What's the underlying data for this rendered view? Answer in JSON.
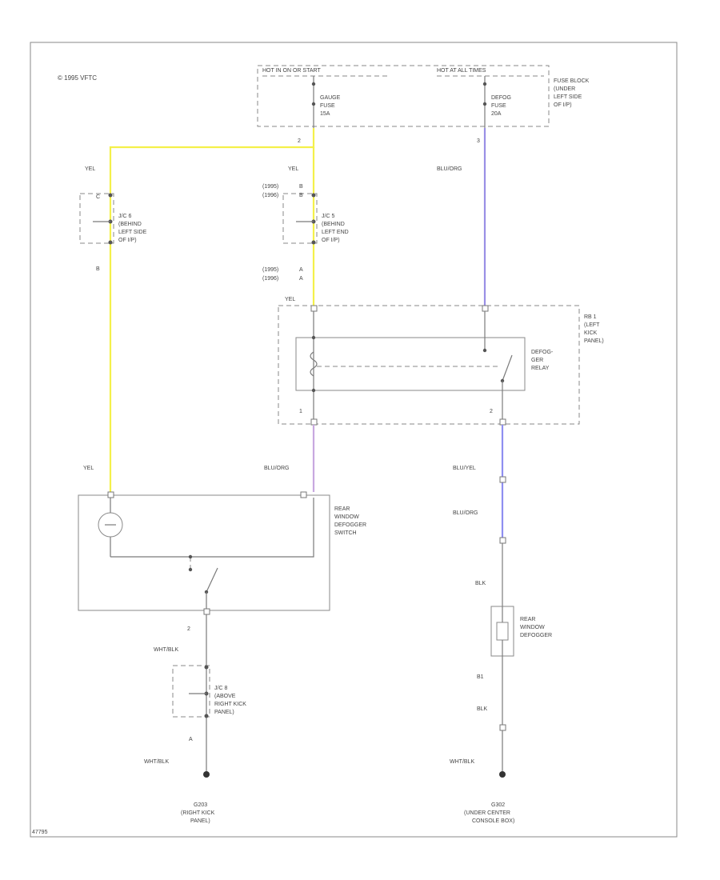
{
  "colors": {
    "yel": "#f4f04a",
    "blu_org": "#9a8fe6",
    "blu_org_light": "#c8a8e0",
    "blu_yel": "#8f8ff0",
    "blk": "#7a7a7a",
    "frame": "#8a8a8a"
  },
  "header": {
    "copyright": "© 1995 VFTC"
  },
  "fuse_block": {
    "hot_run_start": "HOT IN ON OR START",
    "hot_all_times": "HOT AT ALL TIMES",
    "gauge_fuse": [
      "GAUGE",
      "FUSE",
      "15A"
    ],
    "defog_fuse": [
      "DEFOG",
      "FUSE",
      "20A"
    ],
    "location": [
      "FUSE BLOCK",
      "(UNDER",
      "LEFT SIDE",
      "OF I/P)"
    ],
    "pin_left": "2",
    "pin_right": "3"
  },
  "wires": {
    "yel": "YEL",
    "blu_org": "BLU/ORG",
    "blu_yel": "BLU/YEL",
    "blk": "BLK",
    "wht_blk": "WHT/BLK"
  },
  "jc1": {
    "pin_top": "C",
    "pin_bottom": "B",
    "label": [
      "J/C 6",
      "(BEHIND",
      "LEFT SIDE",
      "OF I/P)"
    ]
  },
  "jc2": {
    "yr_a": "(1995)",
    "yr_b": "(1996)",
    "pin_a": "B",
    "pin_b": "B",
    "pin_c": "A",
    "pin_d": "A",
    "label": [
      "J/C 5",
      "(BEHIND",
      "LEFT END",
      "OF I/P)"
    ]
  },
  "relay_block": {
    "label": [
      "RB 1",
      "(LEFT",
      "KICK",
      "PANEL)"
    ],
    "relay_label": [
      "DEFOG-",
      "GER",
      "RELAY"
    ],
    "pin_left": "1",
    "pin_right": "2"
  },
  "switch": {
    "label": [
      "REAR",
      "WINDOW",
      "DEFOGGER",
      "SWITCH"
    ],
    "pin": "2"
  },
  "jc3": {
    "pin_bottom": "A",
    "label": [
      "J/C 8",
      "(ABOVE",
      "RIGHT KICK",
      "PANEL)"
    ]
  },
  "defogger": {
    "label": [
      "REAR",
      "WINDOW",
      "DEFOGGER"
    ],
    "pin": "B1"
  },
  "ground_left": {
    "id": "G203",
    "label": [
      "(RIGHT KICK",
      "PANEL)"
    ]
  },
  "ground_right": {
    "id": "G302",
    "label": [
      "(UNDER CENTER",
      "CONSOLE BOX)"
    ]
  },
  "footer": {
    "code": "47795"
  }
}
